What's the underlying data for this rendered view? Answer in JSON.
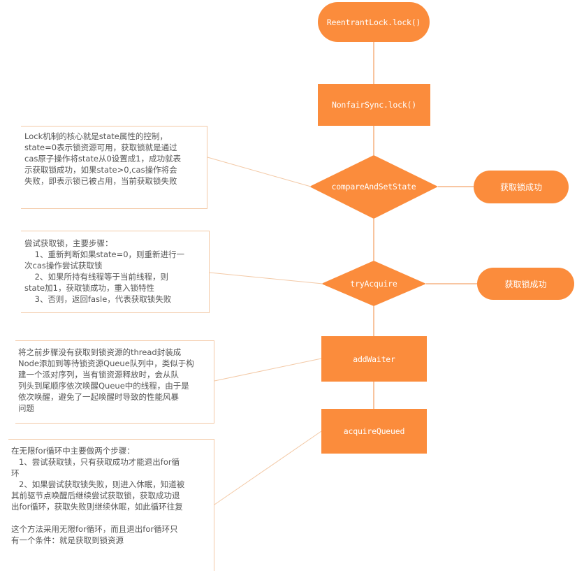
{
  "colors": {
    "node_fill": "#fb8c3c",
    "edge": "#f4a46a",
    "note_text": "#555555",
    "note_border": "#f3c9a6",
    "callout_line": "#f3c9a6"
  },
  "nodes": {
    "start": "ReentrantLock.lock()",
    "nonfair_lock": "NonfairSync.lock()",
    "cas_decision": "compareAndSetState",
    "cas_success": "获取锁成功",
    "try_acquire": "tryAcquire",
    "try_success": "获取锁成功",
    "add_waiter": "addWaiter",
    "acquire_queued": "acquireQueued"
  },
  "notes": {
    "cas_note": "Lock机制的核心就是state属性的控制，\nstate=0表示锁资源可用，获取锁就是通过\ncas原子操作将state从0设置成1，成功就表\n示获取锁成功，如果state>0,cas操作将会\n失败，即表示锁已被占用，当前获取锁失败",
    "try_note": "尝试获取锁，主要步骤：\n    1、重新判断如果state=0，则重新进行一\n次cas操作尝试获取锁\n    2、如果所持有线程等于当前线程，则\nstate加1，获取锁成功，重入锁特性\n    3、否则，返回fasle，代表获取锁失败",
    "waiter_note": "将之前步骤没有获取到锁资源的thread封装成\nNode添加到等待锁资源Queue队列中，类似于构\n建一个派对序列，当有锁资源释放时，会从队\n列头到尾顺序依次唤醒Queue中的线程，由于是\n依次唤醒，避免了一起唤醒时导致的性能风暴\n问题",
    "queued_note": "在无限for循环中主要做两个步骤：\n   1、尝试获取锁，只有获取成功才能退出for循\n环\n   2、如果尝试获取锁失败，则进入休眠，知道被\n其前驱节点唤醒后继续尝试获取锁，获取成功退\n出for循环，获取失败则继续休眠，如此循环往复\n\n这个方法采用无限for循环，而且退出for循环只\n有一个条件：就是获取到锁资源"
  }
}
